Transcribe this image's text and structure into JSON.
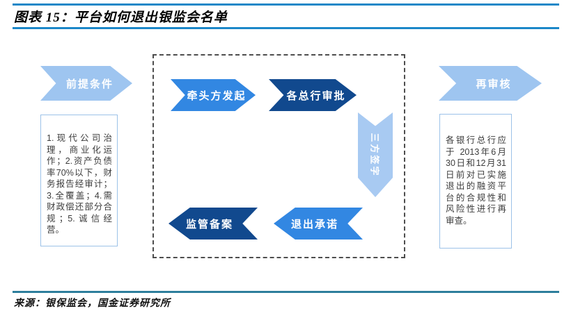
{
  "figure": {
    "title": "图表 15：平台如何退出银监会名单",
    "source": "来源：银保监会，国金证券研究所"
  },
  "prerequisites": {
    "label": "前提条件",
    "note": "1.现代公司治理，商业化运作；2.资产负债率70%以下，财务报告经审计；3.全覆盖；4.需财政偿还部分合规；5.诚信经营。"
  },
  "recheck": {
    "label": "再审核",
    "note": "各银行总行应于 2013年6月30日和12月31日前对已实施退出的融资平台的合规性和风险性进行再审查。"
  },
  "process": {
    "step1": "牵头方发起",
    "step2": "各总行审批",
    "step3": "三方签字",
    "step4": "退出承诺",
    "step5": "监管备案"
  },
  "colors": {
    "rule_top": "#1b87c8",
    "rule_bottom": "#2d7e9c",
    "pennant_light_blue": "#9ec5f0",
    "vertical_arrow_blue": "#a8caf2",
    "medium_blue": "#3287e2",
    "dark_blue": "#11498e",
    "note_border": "#9cc2e8",
    "note_text": "#3d3d3d",
    "frame_dash": "#4d4d4d"
  }
}
